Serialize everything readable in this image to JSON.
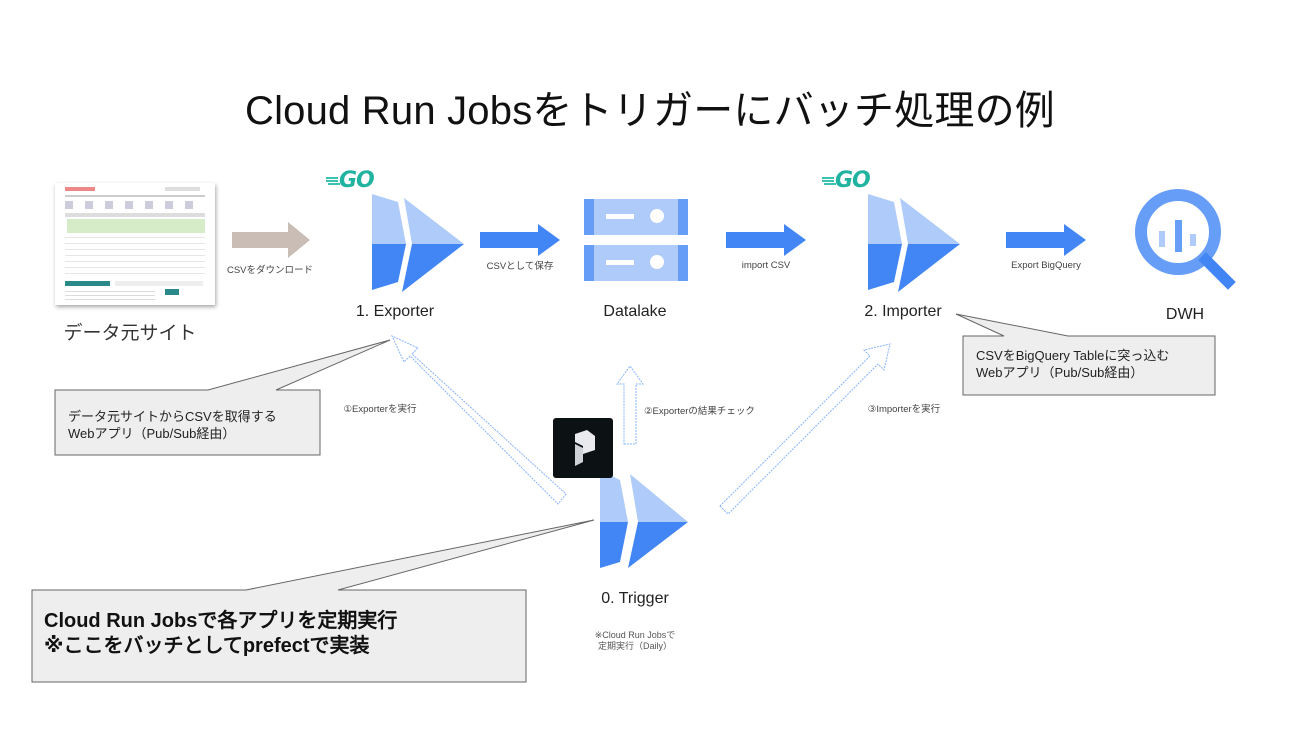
{
  "title": "Cloud Run Jobsをトリガーにバッチ処理の例",
  "nodes": {
    "source_site": {
      "label": "データ元サイト",
      "icon": "website-screenshot"
    },
    "exporter": {
      "label": "1. Exporter",
      "icon": "cloud-run-icon",
      "badge": "GO"
    },
    "datalake": {
      "label": "Datalake",
      "icon": "cloud-storage-icon"
    },
    "importer": {
      "label": "2. Importer",
      "icon": "cloud-run-icon",
      "badge": "GO"
    },
    "dwh": {
      "label": "DWH",
      "icon": "bigquery-icon"
    },
    "trigger": {
      "label": "0. Trigger",
      "icon": "cloud-run-icon",
      "badge_icon": "prefect-logo",
      "note_line1": "※Cloud Run Jobsで",
      "note_line2": "定期実行（Daily）"
    }
  },
  "edges": {
    "download": "CSVをダウンロード",
    "save_csv": "CSVとして保存",
    "import_csv": "import CSV",
    "export_bq": "Export BigQuery",
    "run_exporter": "①Exporterを実行",
    "check_exporter": "②Exporterの結果チェック",
    "run_importer": "③Importerを実行"
  },
  "callouts": {
    "exporter": {
      "line1": "データ元サイトからCSVを取得する",
      "line2": "Webアプリ（Pub/Sub経由）"
    },
    "importer": {
      "line1": "CSVをBigQuery Tableに突っ込む",
      "line2": "Webアプリ（Pub/Sub経由）"
    },
    "trigger": {
      "line1": "Cloud Run Jobsで各アプリを定期実行",
      "line2": "※ここをバッチとしてprefectで実装"
    }
  },
  "colors": {
    "blue_dark": "#4285F4",
    "blue_light": "#AECBFA",
    "blue_mid": "#669DF6",
    "arrow_gray": "#C9BDB5",
    "callout_fill": "#EEEEEE",
    "callout_border": "#666666",
    "go_teal": "#20B4A0"
  }
}
